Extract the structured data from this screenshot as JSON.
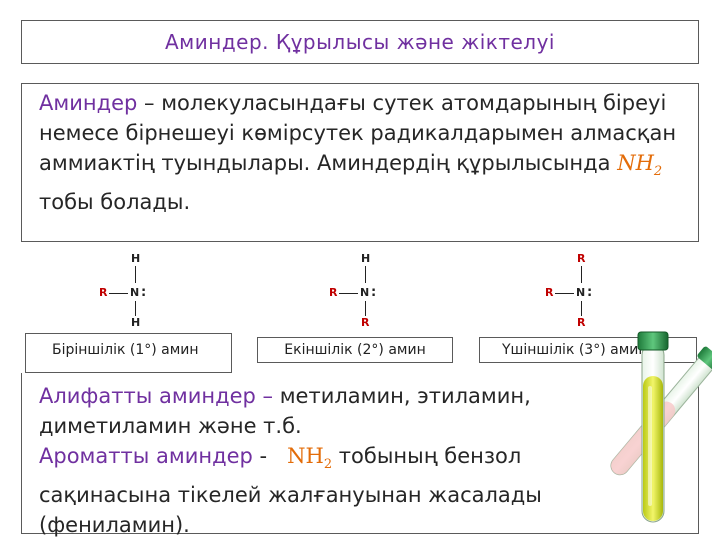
{
  "title": "Аминдер. Құрылысы және жіктелуі",
  "definition": {
    "term": "Аминдер",
    "text": " – молекуласындағы сутек атомдарының біреуі немесе бірнешеуі көмірсутек радикалдарымен алмасқан аммиактің туындылары. Аминдердің құрылысында ",
    "formula": "NH",
    "formula_sub": "2",
    "text_end": " тобы болады."
  },
  "structures": {
    "primary": {
      "top": "H",
      "left": "R",
      "center": "N",
      "right": ":",
      "bottom": "H"
    },
    "secondary": {
      "top": "H",
      "left": "R",
      "center": "N",
      "right": ":",
      "bottom": "R"
    },
    "tertiary": {
      "top": "R",
      "left": "R",
      "center": "N",
      "right": ":",
      "bottom": "R"
    }
  },
  "labels": {
    "primary": "Біріншілік    (1°) амин",
    "secondary": "Екіншілік (2°) амин",
    "tertiary": "Үшіншілік  (3°) амин"
  },
  "examples": {
    "aliphatic_term": "Алифатты аминдер",
    "aliphatic_dash": " –",
    "aliphatic_text": " метиламин, этиламин, диметиламин және т.б.",
    "aromatic_term": "Ароматты аминдер",
    "aromatic_dash": " -",
    "aromatic_formula": "NH",
    "aromatic_formula_sub": "2",
    "aromatic_text": " тобының бензол сақинасына тікелей жалғануынан жасалады (фениламин)."
  },
  "colors": {
    "accent_purple": "#7030a0",
    "formula_orange": "#e36c09",
    "radical_red": "#c00000"
  },
  "icons": [
    "test-tube-icon"
  ]
}
